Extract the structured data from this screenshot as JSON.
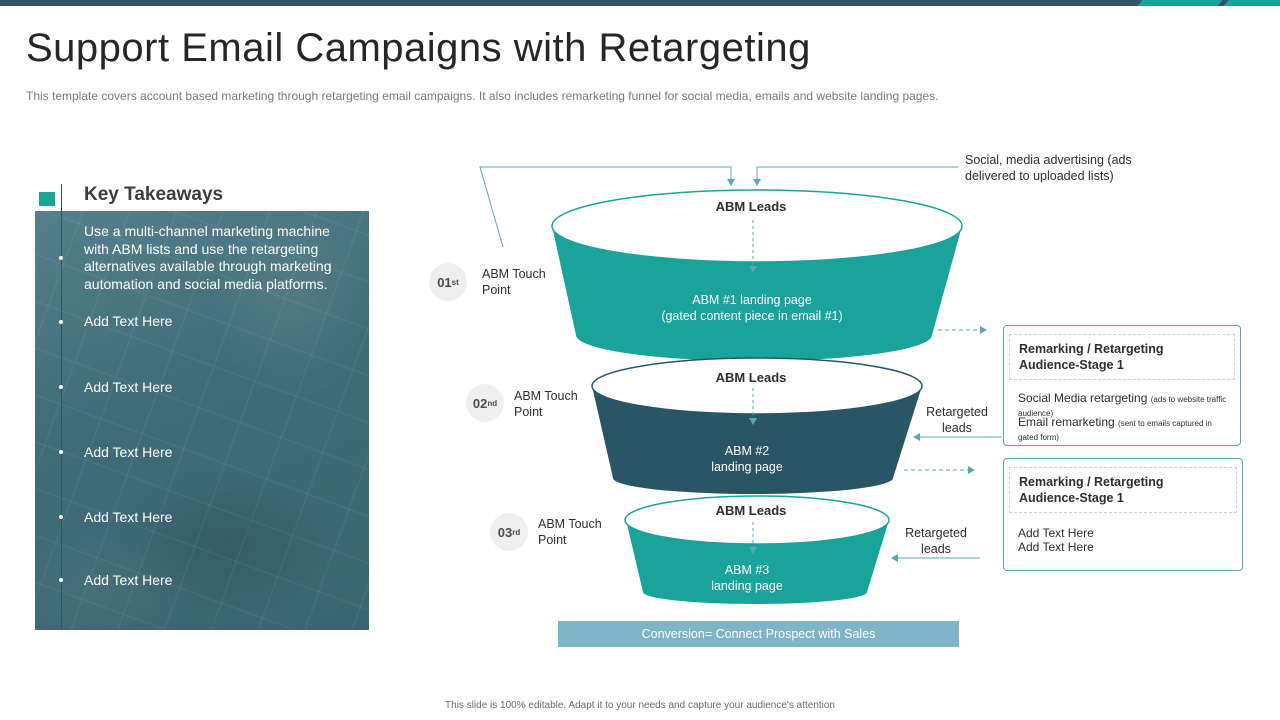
{
  "title": "Support Email Campaigns with Retargeting",
  "subtitle": "This template covers account based marketing through retargeting email campaigns. It also includes remarketing funnel for social media, emails and website landing pages.",
  "key_takeaways": {
    "title": "Key Takeaways",
    "items": [
      "Use a multi-channel marketing machine with ABM lists and use the retargeting alternatives available through marketing automation and social media platforms.",
      "Add Text Here",
      "Add Text Here",
      "Add Text Here",
      "Add Text Here",
      "Add Text Here"
    ]
  },
  "social_note": "Social, media advertising (ads delivered to uploaded lists)",
  "funnel": [
    {
      "leads": "ABM Leads",
      "body_line1": "ABM #1 landing page",
      "body_line2": "(gated content piece in email #1)",
      "num": "01",
      "sup": "st",
      "touch_line1": "ABM Touch",
      "touch_line2": "Point",
      "color": "#1aa39a"
    },
    {
      "leads": "ABM Leads",
      "body_line1": "ABM #2",
      "body_line2": "landing page",
      "num": "02",
      "sup": "nd",
      "touch_line1": "ABM Touch",
      "touch_line2": "Point",
      "color": "#2a5566"
    },
    {
      "leads": "ABM Leads",
      "body_line1": "ABM #3",
      "body_line2": "landing page",
      "num": "03",
      "sup": "rd",
      "touch_line1": "ABM Touch",
      "touch_line2": "Point",
      "color": "#1aa39a"
    }
  ],
  "retargeted": [
    {
      "line1": "Retargeted",
      "line2": "leads"
    },
    {
      "line1": "Retargeted",
      "line2": "leads"
    }
  ],
  "boxes": [
    {
      "title_line1": "Remarking / Retargeting",
      "title_line2": "Audience-Stage 1",
      "line1_main": "Social Media retargeting",
      "line1_small": "(ads to website traffic audience)",
      "line2_main": "Email remarketing",
      "line2_small": "(sent to emails captured in gated form)"
    },
    {
      "title_line1": "Remarking / Retargeting",
      "title_line2": "Audience-Stage 1",
      "line1": "Add Text Here",
      "line2": "Add Text Here"
    }
  ],
  "conversion": "Conversion=  Connect Prospect with Sales",
  "footer": "This slide is 100% editable. Adapt it to your needs and capture your audience's attention"
}
